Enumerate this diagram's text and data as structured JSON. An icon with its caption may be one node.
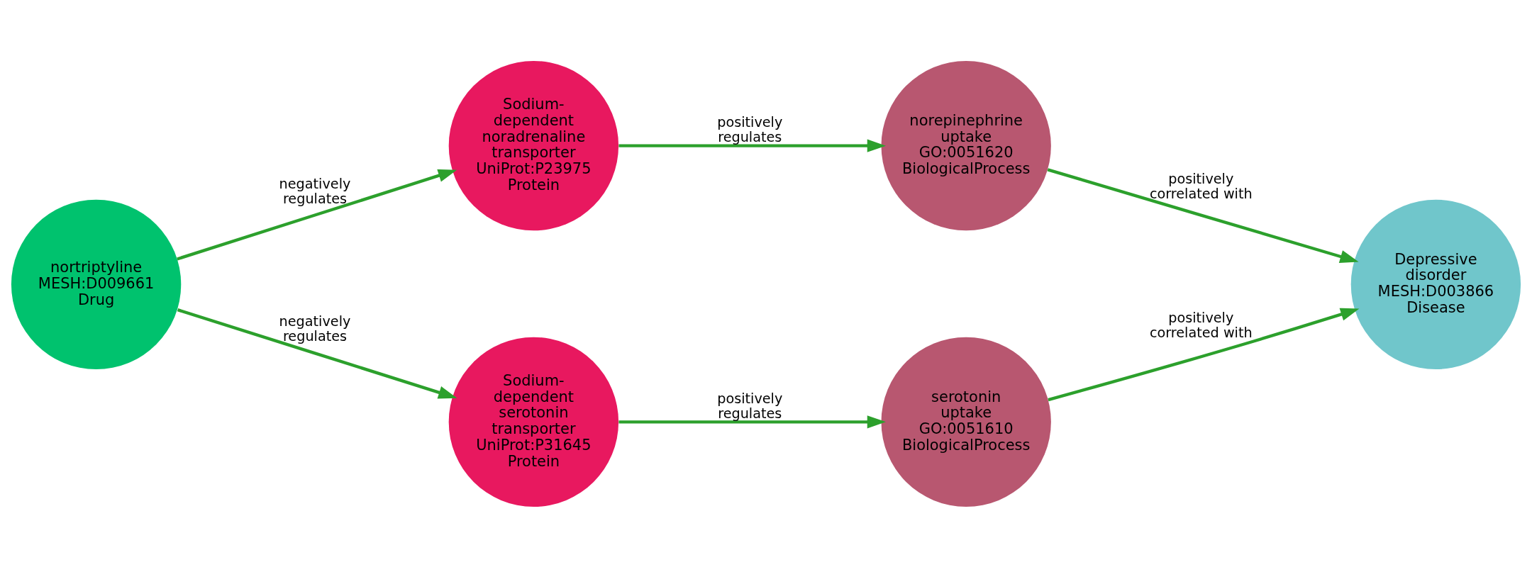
{
  "diagram": {
    "nodes": [
      {
        "text": [
          "nortriptyline",
          "MESH:D009661",
          "Drug"
        ]
      },
      {
        "text": [
          "Sodium-dependent noradrenaline transporter",
          "UniProt:P23975",
          "Protein"
        ]
      },
      {
        "text": [
          "norepinephrine uptake",
          "GO:0051620",
          "BiologicalProcess"
        ]
      },
      {
        "text": [
          "Depressive disorder",
          "MESH:D003866",
          "Disease"
        ]
      },
      {
        "text": [
          "Sodium-dependent serotonin transporter",
          "UniProt:P31645",
          "Protein"
        ]
      },
      {
        "text": [
          "serotonin uptake",
          "GO:0051610",
          "BiologicalProcess"
        ]
      }
    ],
    "edges": [
      {
        "from": 0,
        "to": 1,
        "arrow": "to",
        "label": "negatively regulates"
      },
      {
        "from": 1,
        "to": 2,
        "arrow": "to",
        "label": "positively regulates"
      },
      {
        "from": 2,
        "to": 3,
        "arrow": "to",
        "label": "positively correlated with"
      },
      {
        "from": 0,
        "to": 4,
        "arrow": "to",
        "label": "negatively regulates"
      },
      {
        "from": 4,
        "to": 5,
        "arrow": "to",
        "label": "positively regulates"
      },
      {
        "from": 5,
        "to": 3,
        "arrow": "to",
        "label": "positively correlated with"
      }
    ]
  }
}
